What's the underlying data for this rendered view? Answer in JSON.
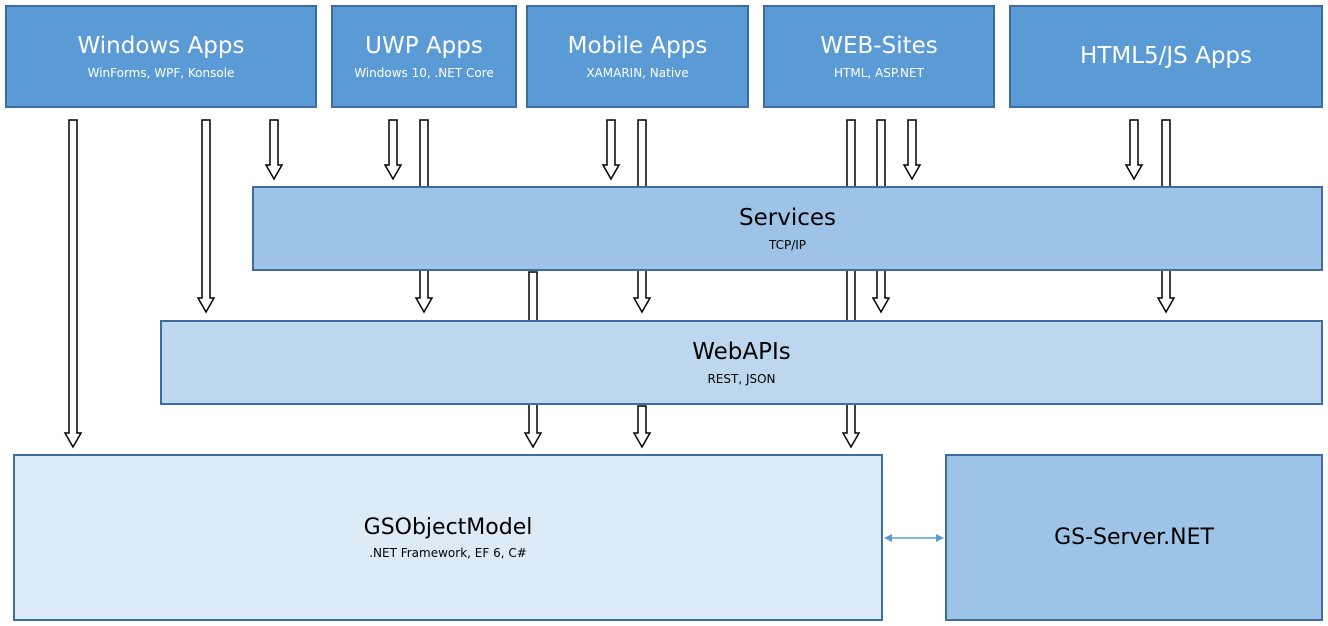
{
  "top_boxes": [
    {
      "title": "Windows Apps",
      "subtitle": "WinForms, WPF, Konsole"
    },
    {
      "title": "UWP Apps",
      "subtitle": "Windows 10, .NET Core"
    },
    {
      "title": "Mobile Apps",
      "subtitle": "XAMARIN, Native"
    },
    {
      "title": "WEB-Sites",
      "subtitle": "HTML, ASP.NET"
    },
    {
      "title": "HTML5/JS Apps",
      "subtitle": ""
    }
  ],
  "services": {
    "title": "Services",
    "subtitle": "TCP/IP"
  },
  "webapis": {
    "title": "WebAPIs",
    "subtitle": "REST, JSON"
  },
  "object_model": {
    "title": "GSObjectModel",
    "subtitle": ".NET Framework, EF 6, C#"
  },
  "server": {
    "title": "GS-Server.NET"
  },
  "colors": {
    "top": "#5b9bd5",
    "services": "#9dc3e6",
    "webapis": "#bdd7ee",
    "object_model": "#ddebf7",
    "server": "#9dc3e6",
    "border": "#3d6d9e"
  }
}
